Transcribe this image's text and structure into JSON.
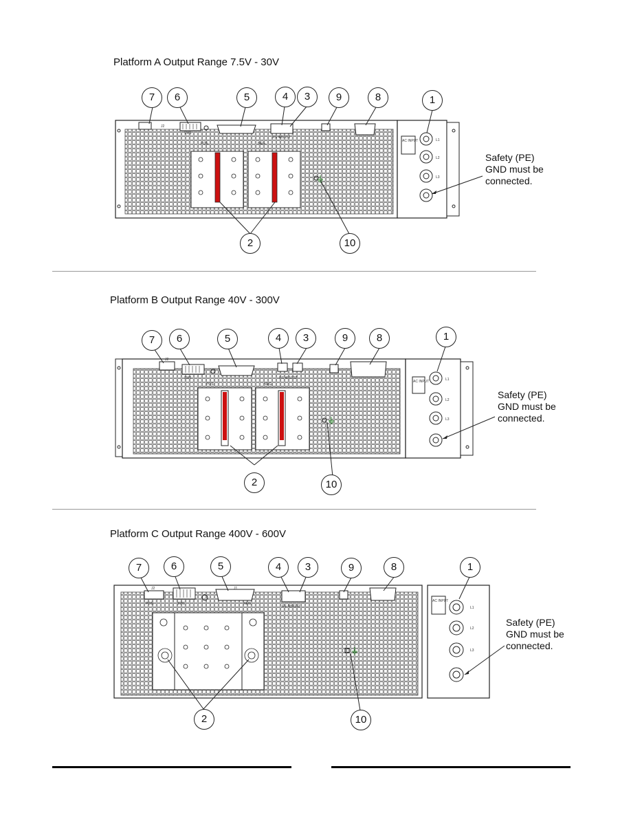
{
  "platforms": [
    {
      "title": "Platform A Output Range 7.5V - 30V",
      "callouts": [
        "1",
        "2",
        "3",
        "4",
        "5",
        "6",
        "7",
        "8",
        "9",
        "10"
      ],
      "safety_note": [
        "Safety (PE)",
        "GND must be",
        "connected."
      ],
      "panel_labels": {
        "j2": "J2",
        "sw1": "SW1",
        "pos": "POS.",
        "neg": "NEG.",
        "j1": "J1",
        "rs": "RS 485/232",
        "ac": "AC INPUT",
        "l1": "L1",
        "l2": "L2",
        "l3": "L3"
      }
    },
    {
      "title": "Platform B Output Range 40V - 300V",
      "callouts": [
        "1",
        "2",
        "3",
        "4",
        "5",
        "6",
        "7",
        "8",
        "9",
        "10"
      ],
      "safety_note": [
        "Safety (PE)",
        "GND must be",
        "connected."
      ],
      "panel_labels": {
        "j2": "J2",
        "sw1": "SW1",
        "pos": "POS.",
        "neg": "NEG.",
        "j1": "J1",
        "rs": "RS 485/232",
        "ac": "AC INPUT",
        "l1": "L1",
        "l2": "L2",
        "l3": "L3"
      }
    },
    {
      "title": "Platform C Output Range 400V - 600V",
      "callouts": [
        "1",
        "2",
        "3",
        "4",
        "5",
        "6",
        "7",
        "8",
        "9",
        "10"
      ],
      "safety_note": [
        "Safety (PE)",
        "GND must be",
        "connected."
      ],
      "panel_labels": {
        "j2": "J2",
        "sw1": "SW1",
        "pos": "POS.",
        "neg": "NEG.",
        "j1": "J1",
        "rs": "RS 485/232",
        "ac": "AC INPUT",
        "l1": "L1",
        "l2": "L2",
        "l3": "L3"
      }
    }
  ],
  "colors": {
    "bus_bar": "#cc1111",
    "line": "#222222",
    "grid": "#555555",
    "pe_symbol": "#2a8a2a"
  }
}
